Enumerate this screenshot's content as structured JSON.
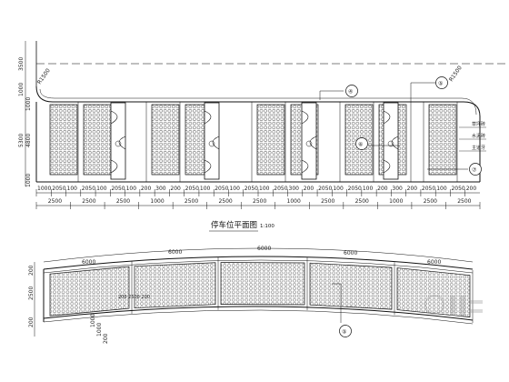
{
  "plan": {
    "title": "停车位平面图",
    "scale": "1:100",
    "left_dims": [
      "3500",
      "1000",
      "1000",
      "5300",
      "4800",
      "1000"
    ],
    "radius_left": "R1500",
    "radius_right": "R1500",
    "callouts": [
      "④",
      "⑤",
      "⑥",
      "⑦"
    ],
    "right_annotations": [
      "草坪砖",
      "水泥砖",
      "主道牙"
    ],
    "bottom_row1": [
      "1000",
      "2050",
      "100",
      "2050",
      "100",
      "2050",
      "100",
      "200",
      "300",
      "200",
      "2050",
      "100",
      "2050",
      "100",
      "2050",
      "100",
      "2050",
      "300",
      "200",
      "2050",
      "100",
      "2050",
      "100",
      "200",
      "300",
      "200",
      "2050",
      "100",
      "2050",
      "200"
    ],
    "bottom_row2": [
      "2500",
      "2500",
      "2500",
      "1000",
      "2500",
      "2500",
      "2500",
      "1000",
      "2500",
      "2500",
      "1000",
      "2500",
      "2500"
    ]
  },
  "arc": {
    "top_dims": [
      "6000",
      "6000",
      "6000",
      "6000",
      "6000"
    ],
    "left_dims": [
      "200",
      "2500",
      "200"
    ],
    "bottom_left_dims": [
      "1000",
      "1000",
      "200"
    ],
    "inner_note": "200 2500 200",
    "callout": "⑤"
  },
  "colors": {
    "ink": "#111111",
    "hatch": "#6b6b6b",
    "dash": "#555555"
  }
}
